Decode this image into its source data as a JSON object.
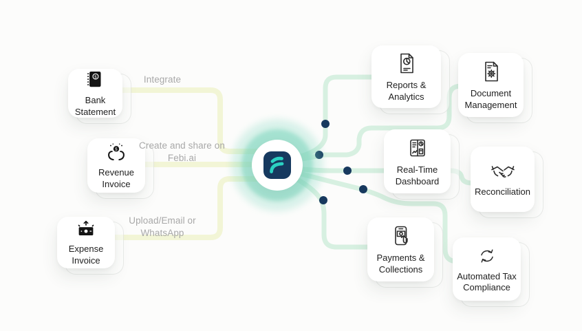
{
  "brand": {
    "name": "Febi.ai",
    "logo_letter": "F"
  },
  "colors": {
    "hub_bg": "#16395F",
    "hub_accent": "#2BD0C2",
    "line_left": "#F2F5D6",
    "line_right": "#D7F0E1",
    "dot": "#17395E",
    "card_text": "#1E1E1E",
    "annotation_text": "#A8A8A8",
    "card_bg": "#FFFFFF",
    "page_bg": "#FCFCFB"
  },
  "annotations": {
    "integrate": "Integrate",
    "create_share": "Create and share on Febi.ai",
    "upload": "Upload/Email or WhatsApp"
  },
  "cards": {
    "left": [
      {
        "label": "Bank Statement",
        "icon": "bank-statement-icon"
      },
      {
        "label": "Revenue Invoice",
        "icon": "revenue-invoice-icon"
      },
      {
        "label": "Expense Invoice",
        "icon": "expense-invoice-icon"
      }
    ],
    "right": [
      {
        "label": "Reports & Analytics",
        "icon": "reports-analytics-icon"
      },
      {
        "label": "Document Management",
        "icon": "document-management-icon"
      },
      {
        "label": "Real-Time Dashboard",
        "icon": "real-time-dashboard-icon"
      },
      {
        "label": "Reconciliation",
        "icon": "reconciliation-icon"
      },
      {
        "label": "Payments & Collections",
        "icon": "payments-collections-icon"
      },
      {
        "label": "Automated Tax Compliance",
        "icon": "automated-tax-compliance-icon"
      }
    ]
  }
}
